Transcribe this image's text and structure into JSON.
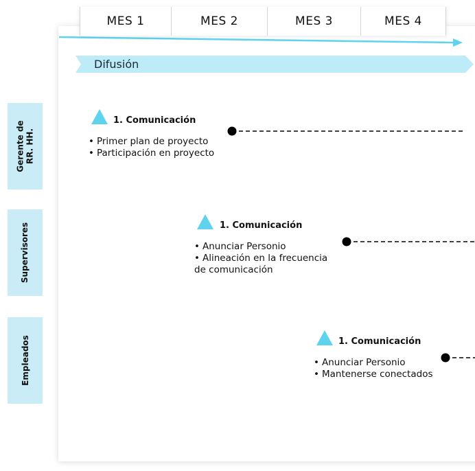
{
  "months": [
    "MES 1",
    "MES 2",
    "MES 3",
    "MES 4"
  ],
  "phase": {
    "label": "Difusión"
  },
  "colors": {
    "accent": "#5fd3ee",
    "phase_bar": "#bdebf8",
    "role_tab": "#c9ecf6"
  },
  "roles": [
    {
      "label_line1": "Gerente de",
      "label_line2": "RR. HH."
    },
    {
      "label_line1": "Supervisores",
      "label_line2": ""
    },
    {
      "label_line1": "Empleados",
      "label_line2": ""
    }
  ],
  "tasks": [
    {
      "title": "1. Comunicación",
      "icon": "triangle-icon",
      "bullets": [
        "Primer plan de proyecto",
        "Participación en proyecto"
      ]
    },
    {
      "title": "1. Comunicación",
      "icon": "triangle-icon",
      "bullets": [
        "Anunciar Personio",
        "Alineación en la frecuencia de comunicación"
      ]
    },
    {
      "title": "1. Comunicación",
      "icon": "triangle-icon",
      "bullets": [
        "Anunciar Personio",
        "Mantenerse conectados"
      ]
    }
  ]
}
